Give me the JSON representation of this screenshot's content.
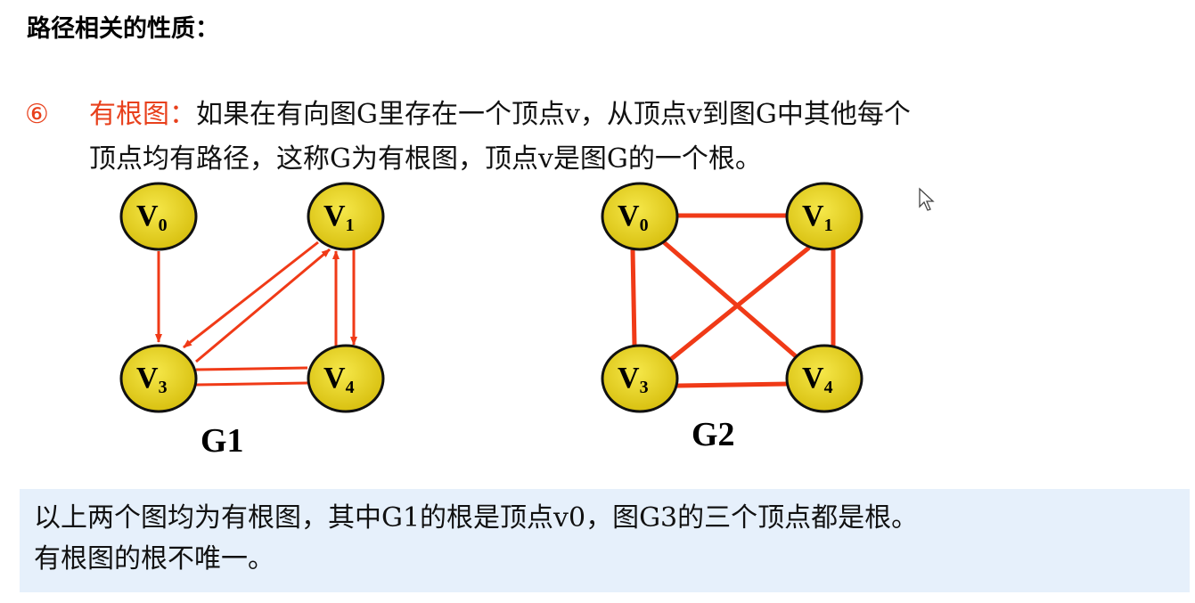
{
  "title": "路径相关的性质：",
  "item": {
    "number": "⑥",
    "term": "有根图：",
    "text_line1": "如果在有向图G里存在一个顶点v，从顶点v到图G中其他每个",
    "text_line2": "顶点均有路径，这称G为有根图，顶点v是图G的一个根。"
  },
  "graphs": [
    {
      "label": "G1",
      "nodes": [
        {
          "name": "V",
          "sub": "0"
        },
        {
          "name": "V",
          "sub": "1"
        },
        {
          "name": "V",
          "sub": "3"
        },
        {
          "name": "V",
          "sub": "4"
        }
      ]
    },
    {
      "label": "G2",
      "nodes": [
        {
          "name": "V",
          "sub": "0"
        },
        {
          "name": "V",
          "sub": "1"
        },
        {
          "name": "V",
          "sub": "3"
        },
        {
          "name": "V",
          "sub": "4"
        }
      ]
    }
  ],
  "colors": {
    "edge": "#f03a17",
    "node_fill": "#e8d21e",
    "accent": "#e8401c",
    "note_bg": "#e6f0fb"
  },
  "note": {
    "line1": "以上两个图均为有根图，其中G1的根是顶点v0，图G3的三个顶点都是根。",
    "line2": "有根图的根不唯一。"
  }
}
